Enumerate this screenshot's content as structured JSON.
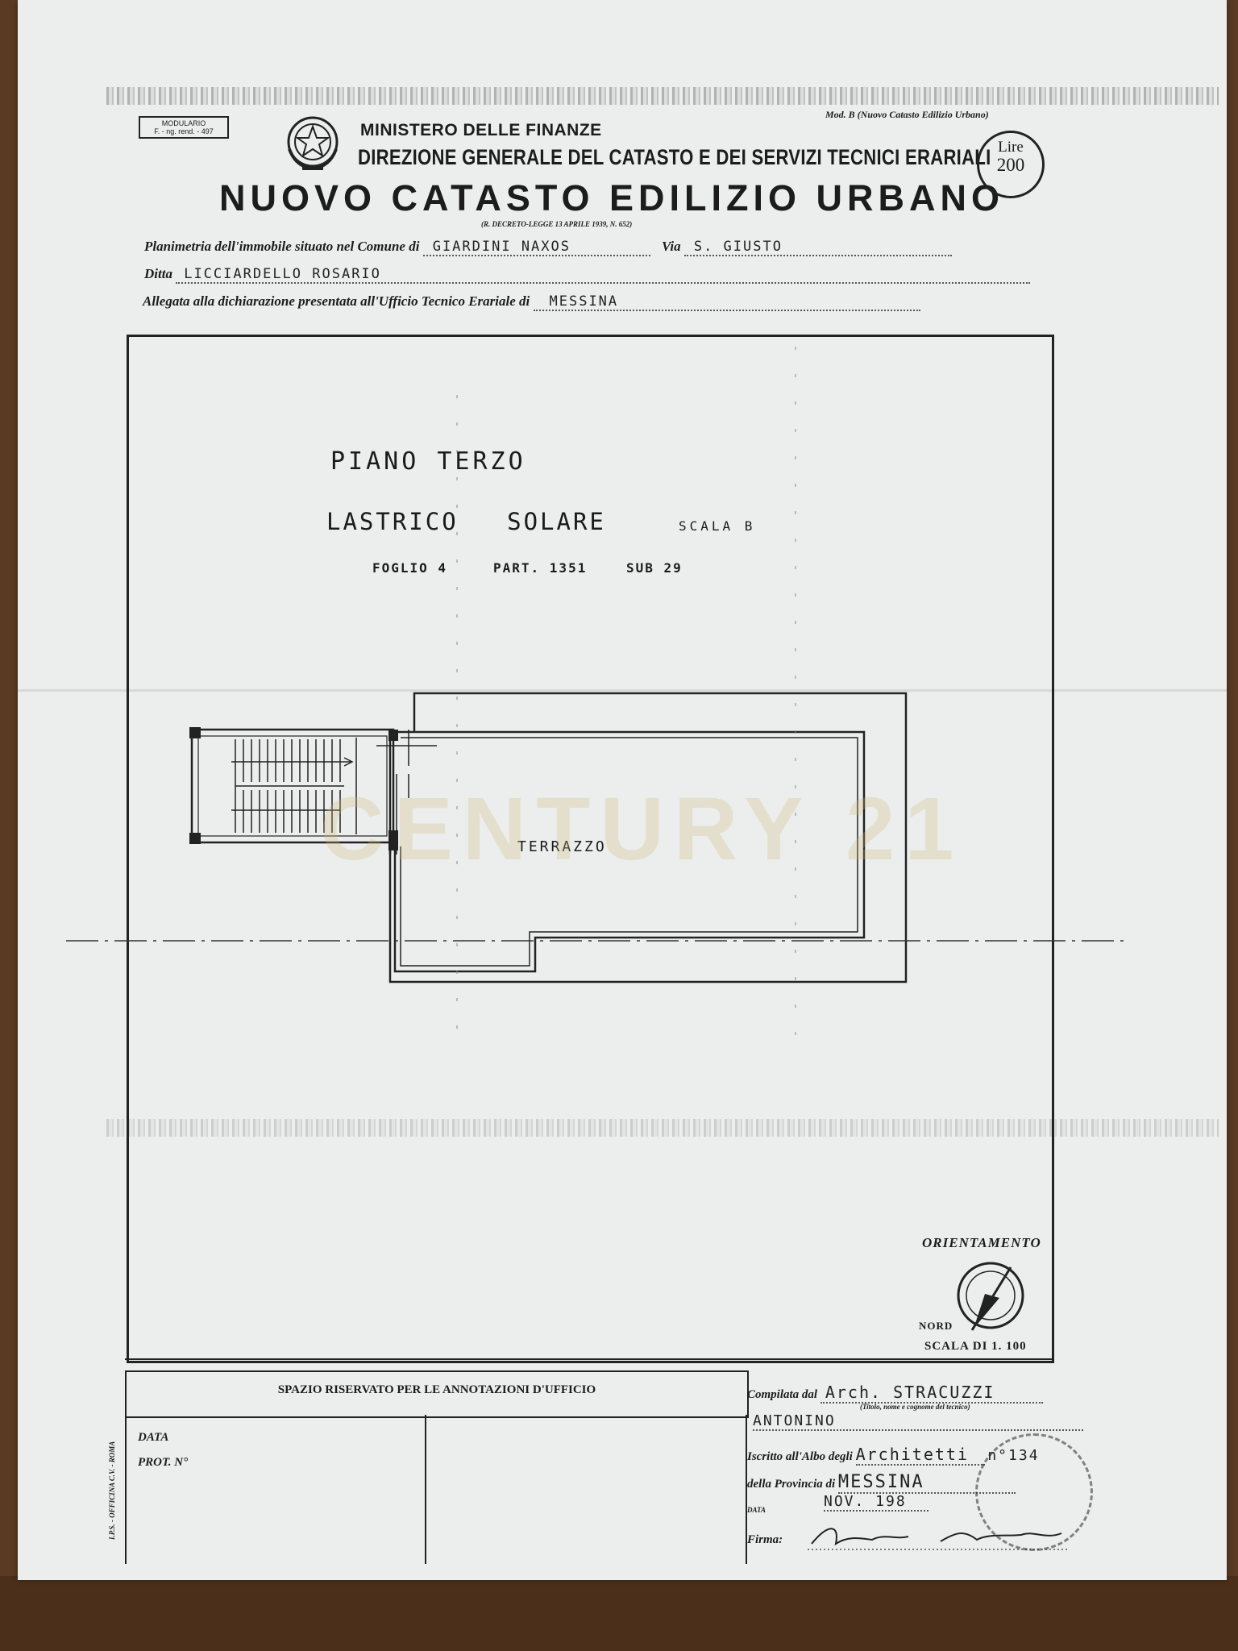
{
  "header": {
    "modulario_line1": "MODULARIO",
    "modulario_line2": "F. - ng. rend. - 497",
    "mod_b": "Mod. B (Nuovo Catasto Edilizio Urbano)",
    "ministry": "MINISTERO DELLE FINANZE",
    "direction": "DIREZIONE GENERALE DEL CATASTO E DEI SERVIZI TECNICI ERARIALI",
    "title": "NUOVO CATASTO EDILIZIO URBANO",
    "decree": "(R. DECRETO-LEGGE 13 APRILE 1939, N. 652)",
    "lire_label": "Lire",
    "lire_value": "200",
    "emblem_icon": "italian-republic-emblem-icon"
  },
  "form": {
    "planimetria_label": "Planimetria dell'immobile situato nel Comune di",
    "comune": "GIARDINI NAXOS",
    "via_label": "Via",
    "via": "S. GIUSTO",
    "ditta_label": "Ditta",
    "ditta": "LICCIARDELLO ROSARIO",
    "allegata_label": "Allegata alla dichiarazione presentata all'Ufficio Tecnico Erariale di",
    "ufficio": "MESSINA"
  },
  "plan": {
    "floor": "PIANO TERZO",
    "type": "LASTRICO SOLARE",
    "scala": "SCALA B",
    "foglio": "FOGLIO 4",
    "part": "PART. 1351",
    "sub": "SUB 29",
    "room": "TERRAZZO",
    "watermark": "CENTURY 21",
    "orientation_label": "ORIENTAMENTO",
    "north_label": "NORD",
    "scale_label": "SCALA DI 1. 100",
    "compass_icon": "compass-north-icon"
  },
  "footer": {
    "office_space": "SPAZIO RISERVATO PER LE ANNOTAZIONI D'UFFICIO",
    "data_label": "DATA",
    "prot_label": "PROT. N°",
    "compilata_label": "Compilata dal",
    "compilata_value": "Arch. STRACUZZI",
    "titolo_note": "(Titolo, nome e cognome del tecnico)",
    "nome_value": "ANTONINO",
    "iscritto_label": "Iscritto all'Albo degli",
    "iscritto_value": "Architetti",
    "numero_value": "n°134",
    "provincia_label": "della Provincia di",
    "provincia_value": "MESSINA",
    "data_footer_label": "DATA",
    "data_footer_value": "NOV. 198",
    "firma_label": "Firma:",
    "printer_note": "I.P.S. - OFFICINA C.V. - ROMA",
    "stamp_icon": "architects-order-stamp-icon"
  }
}
